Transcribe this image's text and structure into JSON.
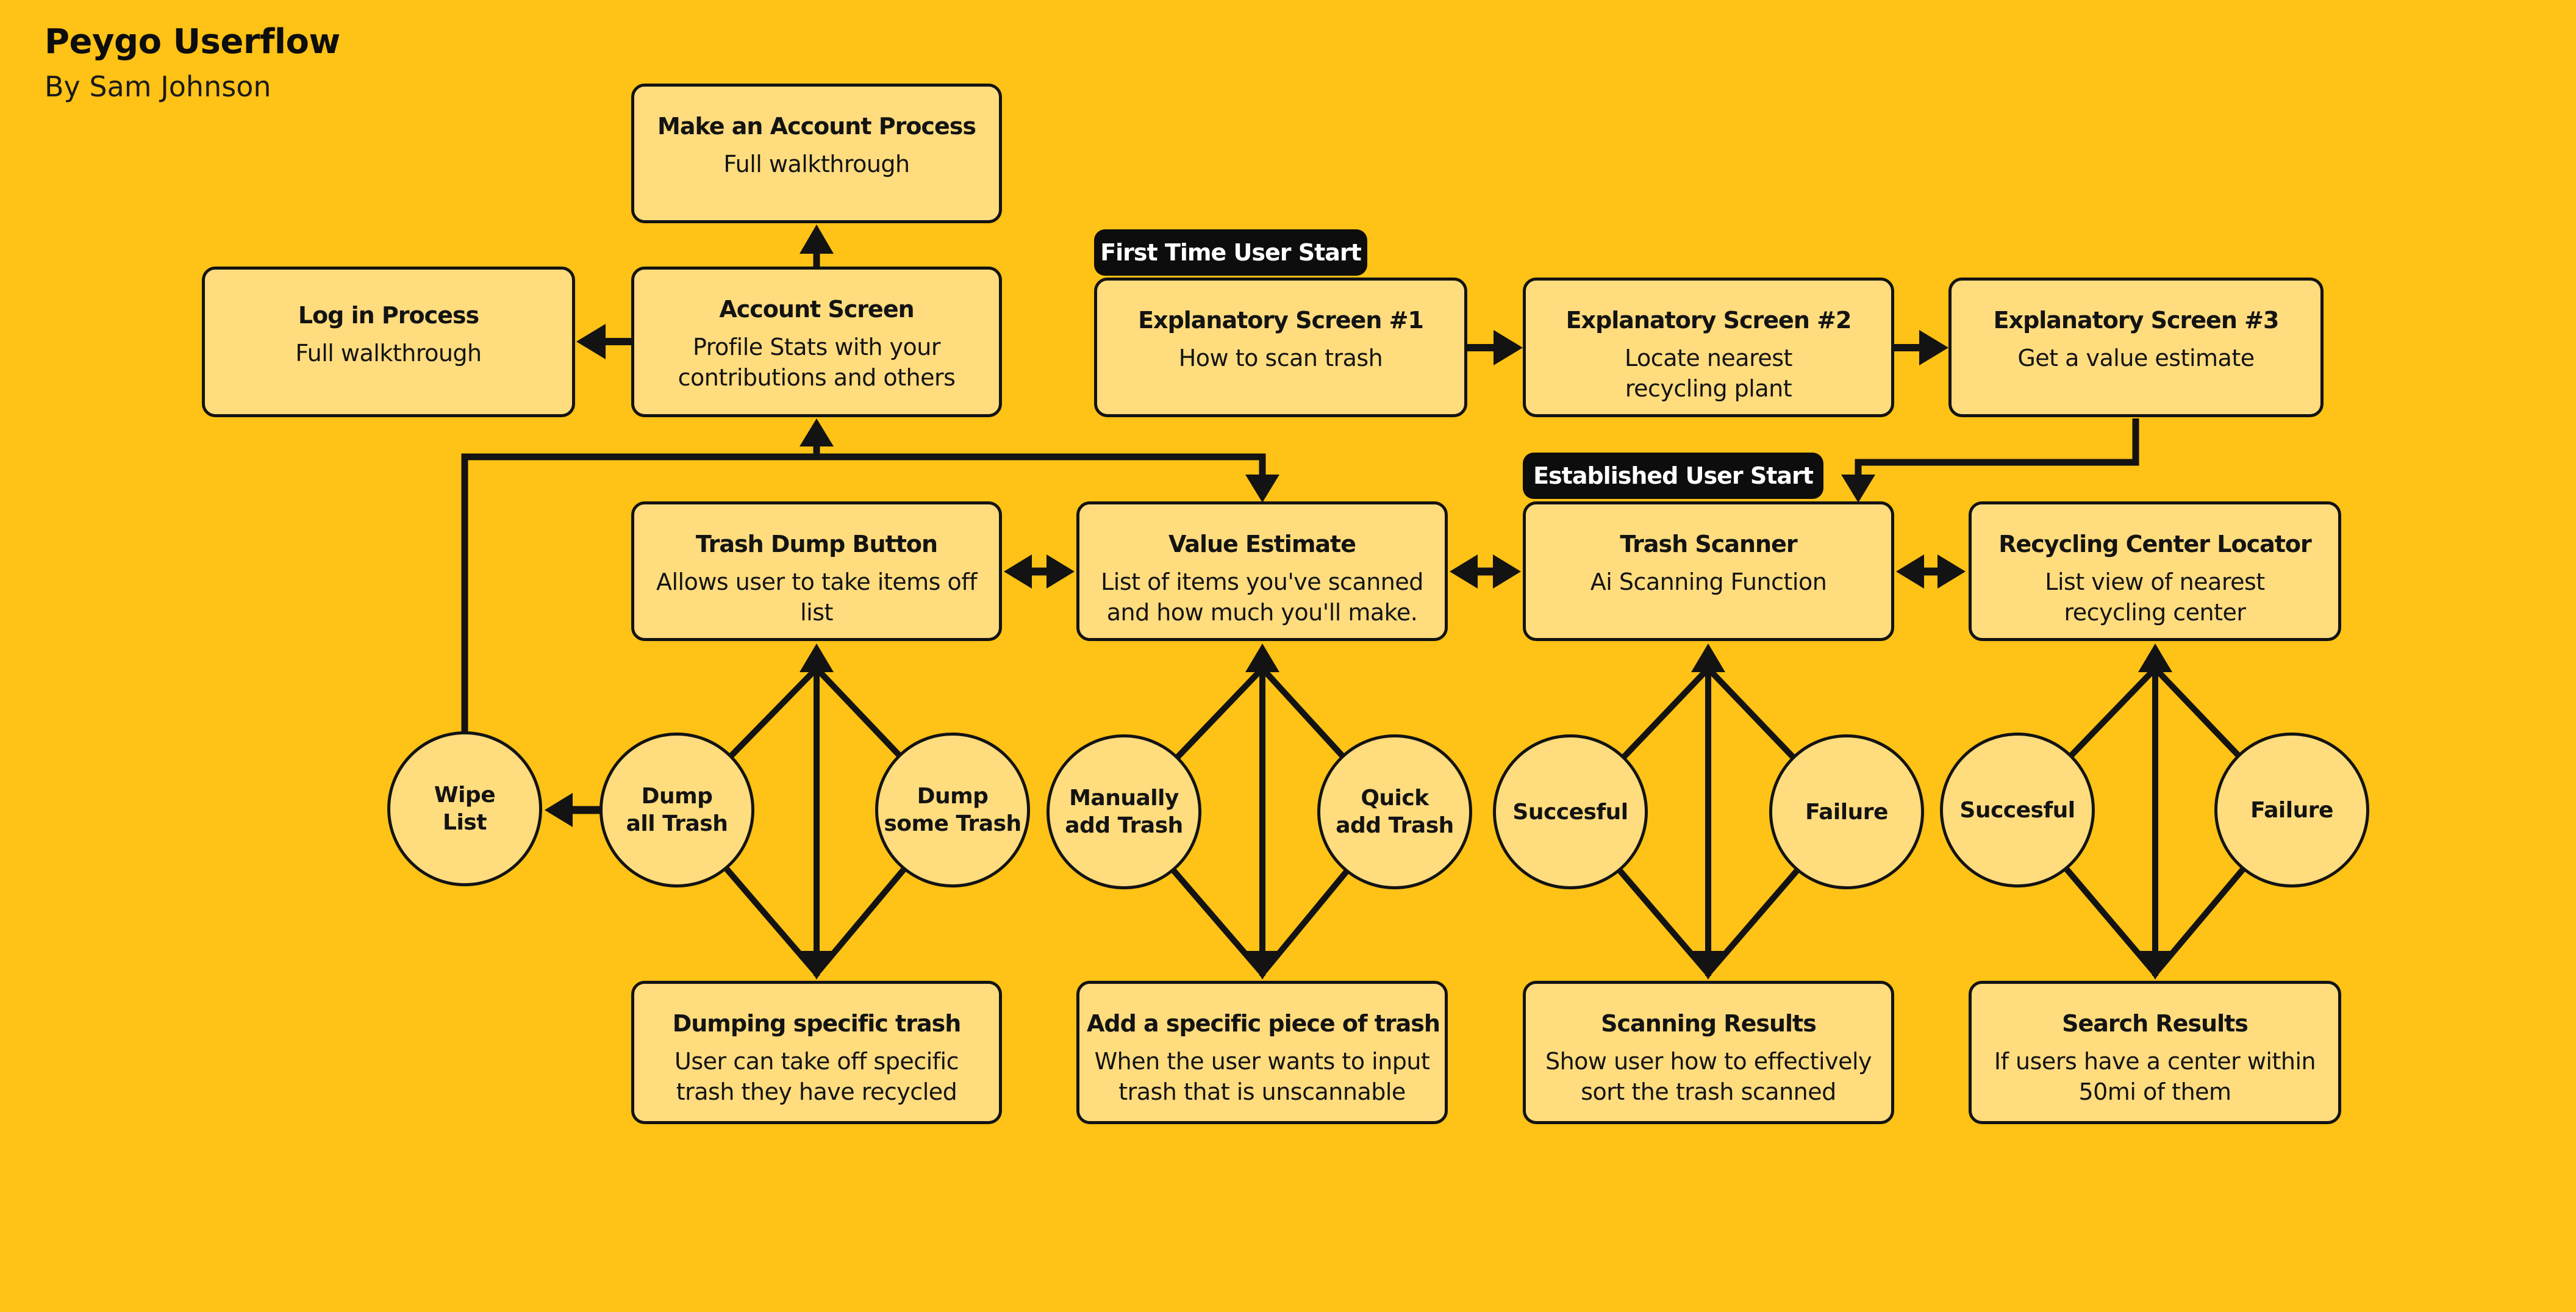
{
  "header": {
    "title": "Peygo Userflow",
    "byline": "By Sam Johnson"
  },
  "badges": {
    "first_time": "First Time User Start",
    "established": "Established User Start"
  },
  "boxes": {
    "make_account": {
      "title": "Make an Account Process",
      "subtitle": "Full walkthrough"
    },
    "login": {
      "title": "Log in Process",
      "subtitle": "Full walkthrough"
    },
    "account": {
      "title": "Account Screen",
      "subtitle": "Profile Stats with your\ncontributions and others"
    },
    "es1": {
      "title": "Explanatory Screen #1",
      "subtitle": "How to scan trash"
    },
    "es2": {
      "title": "Explanatory Screen #2",
      "subtitle": "Locate nearest\nrecycling plant"
    },
    "es3": {
      "title": "Explanatory Screen #3",
      "subtitle": "Get a value estimate"
    },
    "trash_dump": {
      "title": "Trash Dump Button",
      "subtitle": "Allows user to take items off\nlist"
    },
    "value_estimate": {
      "title": "Value Estimate",
      "subtitle": "List of items you've scanned\nand how much you'll make."
    },
    "trash_scanner": {
      "title": "Trash Scanner",
      "subtitle": "Ai Scanning Function"
    },
    "recycling_locator": {
      "title": "Recycling Center Locator",
      "subtitle": "List view of nearest\nrecycling center"
    },
    "dumping_specific": {
      "title": "Dumping specific trash",
      "subtitle": "User can take off specific\ntrash they have recycled"
    },
    "add_specific": {
      "title": "Add a specific piece of trash",
      "subtitle": "When the user wants to input\ntrash that is unscannable"
    },
    "scanning_results": {
      "title": "Scanning Results",
      "subtitle": "Show user how to effectively\nsort the trash scanned"
    },
    "search_results": {
      "title": "Search Results",
      "subtitle": "If users have a center within\n50mi of them"
    }
  },
  "circles": {
    "wipe_list": "Wipe\nList",
    "dump_all": "Dump\nall Trash",
    "dump_some": "Dump\nsome Trash",
    "manually_add": "Manually\nadd Trash",
    "quick_add": "Quick\nadd Trash",
    "scan_succesful": "Succesful",
    "scan_failure": "Failure",
    "locate_succesful": "Succesful",
    "locate_failure": "Failure"
  },
  "colors": {
    "background": "#FFC216",
    "node_fill": "#FFDC7E",
    "line": "#131313",
    "badge_background": "#0D0D0D",
    "badge_text": "#FFFFFF"
  }
}
